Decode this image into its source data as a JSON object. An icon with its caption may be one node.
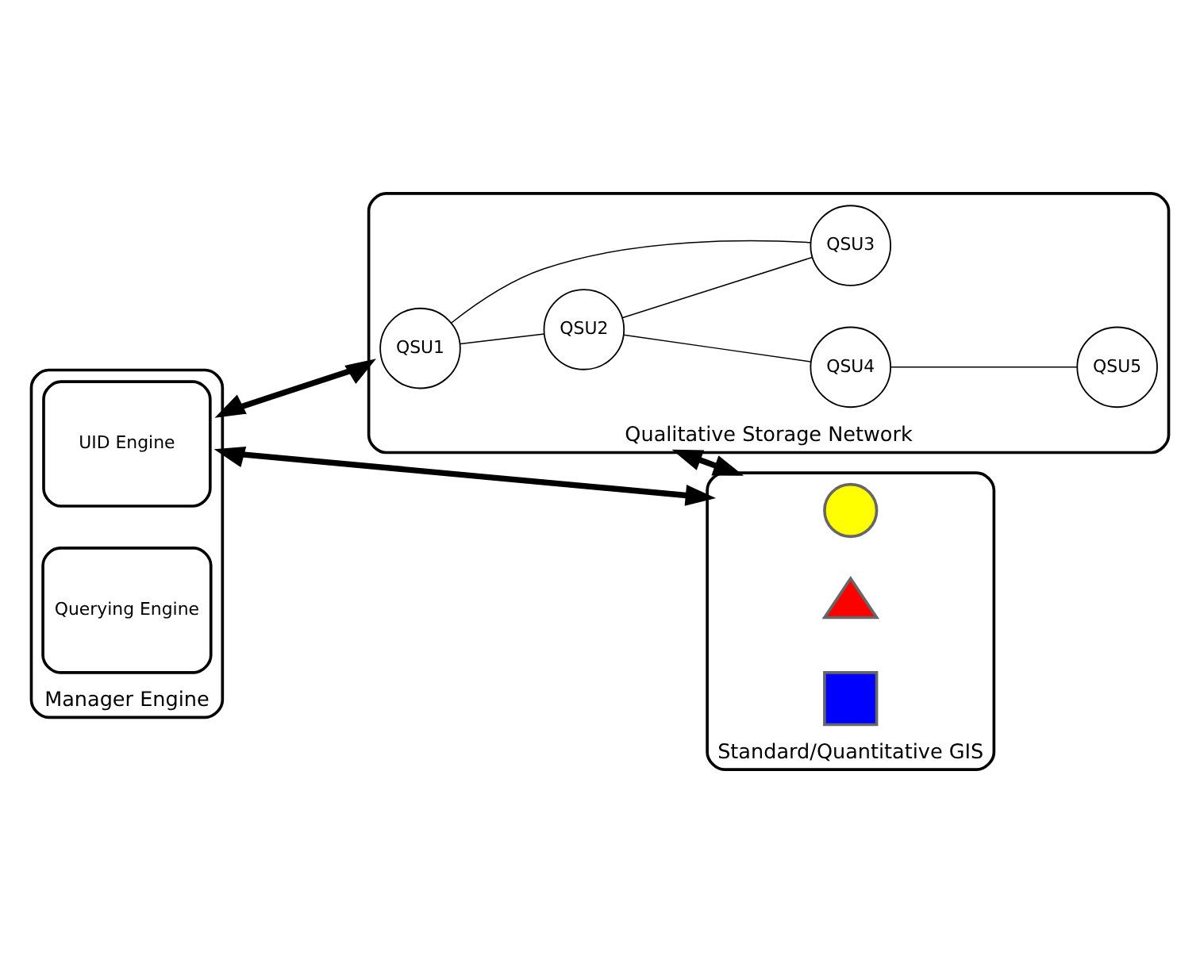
{
  "diagram": {
    "nodes": [
      {
        "text": [
          "Manager Engine"
        ]
      },
      {
        "text": [
          "UID Engine"
        ],
        "in": 0
      },
      {
        "text": [
          "Querying Engine"
        ],
        "in": 0
      },
      {
        "text": [
          "Qualitative Storage Network"
        ]
      },
      {
        "text": [
          "QSU1"
        ],
        "in": 3
      },
      {
        "text": [
          "QSU2"
        ],
        "in": 3
      },
      {
        "text": [
          "QSU3"
        ],
        "in": 3
      },
      {
        "text": [
          "QSU4"
        ],
        "in": 3
      },
      {
        "text": [
          "QSU5"
        ],
        "in": 3
      },
      {
        "text": [
          "Standard/Quantitative GIS"
        ]
      },
      {
        "text": [],
        "shape": "circle",
        "in": 9
      },
      {
        "text": [],
        "shape": "triangle",
        "in": 9
      },
      {
        "text": [],
        "shape": "box",
        "in": 9
      }
    ],
    "edges": [
      {
        "from": 4,
        "to": 5,
        "arrow": "none"
      },
      {
        "from": 4,
        "to": 6,
        "arrow": "none"
      },
      {
        "from": 5,
        "to": 6,
        "arrow": "none"
      },
      {
        "from": 5,
        "to": 7,
        "arrow": "none"
      },
      {
        "from": 7,
        "to": 8,
        "arrow": "none"
      },
      {
        "from": 0,
        "to": 3,
        "arrow": "both",
        "style": "thick"
      },
      {
        "from": 3,
        "to": 9,
        "arrow": "both",
        "style": "thick"
      },
      {
        "from": 0,
        "to": 9,
        "arrow": "both",
        "style": "thick"
      }
    ]
  }
}
